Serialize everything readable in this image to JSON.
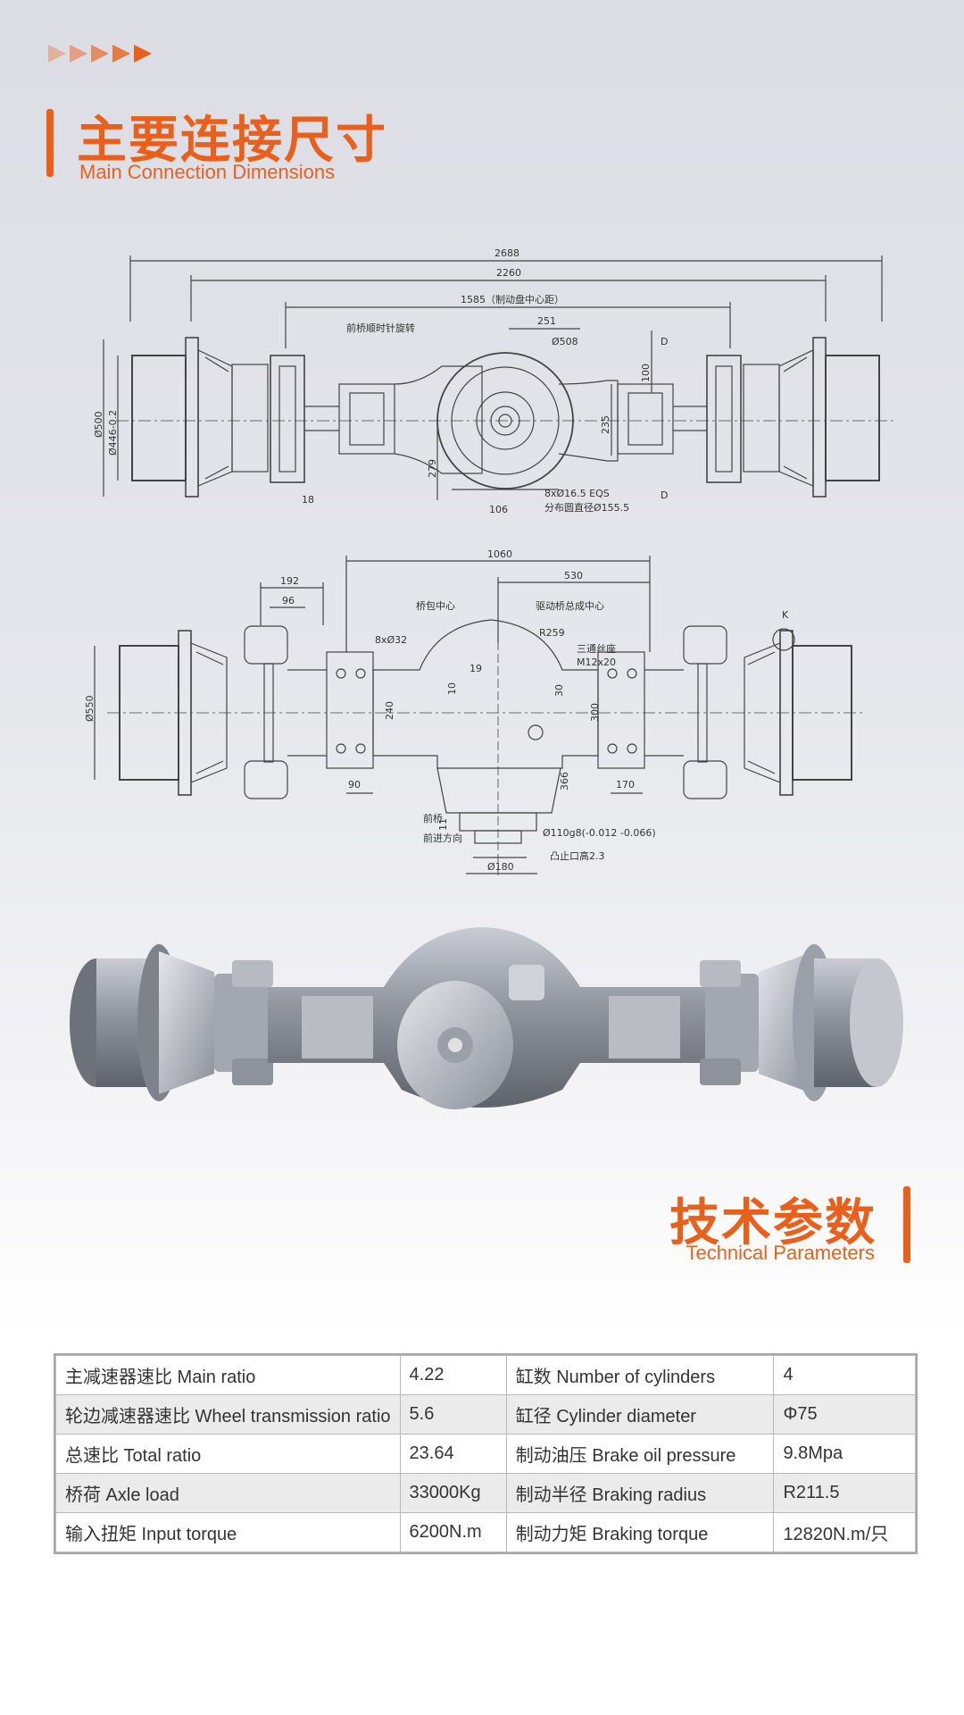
{
  "section1": {
    "title_zh": "主要连接尺寸",
    "title_en": "Main Connection Dimensions"
  },
  "section2": {
    "title_zh": "技术参数",
    "title_en": "Technical Parameters"
  },
  "colors": {
    "accent": "#e9601c",
    "table_stripe": "#ebebeb",
    "table_border": "#b8b8b8"
  },
  "drawing_top": {
    "dims": [
      "2688",
      "2260",
      "1585（制动盘中心距）",
      "251",
      "Ø508",
      "100",
      "235",
      "279",
      "18",
      "106",
      "8xØ16.5 EQS",
      "分布圆直径Ø155.5",
      "Ø500",
      "Ø446-0.2",
      "D",
      "D"
    ],
    "note": "前桥顺时针旋转"
  },
  "drawing_bottom": {
    "dims": [
      "1060",
      "530",
      "192",
      "96",
      "8xØ32",
      "R259",
      "M12x20",
      "19",
      "10",
      "30",
      "240",
      "300",
      "366",
      "90",
      "170",
      "Ø550",
      "11",
      "Ø110g8(-0.012 -0.066)",
      "Ø180",
      "凸止口高2.3",
      "K"
    ],
    "labels": [
      "桥包中心",
      "驱动桥总成中心",
      "三通丝座",
      "前桥",
      "前进方向"
    ]
  },
  "params": [
    {
      "label1": "主减速器速比  Main ratio",
      "value1": "4.22",
      "label2": "缸数  Number of cylinders",
      "value2": "4"
    },
    {
      "label1": "轮边减速器速比  Wheel transmission ratio",
      "value1": "5.6",
      "label2": "缸径  Cylinder diameter",
      "value2": "Φ75"
    },
    {
      "label1": "总速比    Total ratio",
      "value1": "23.64",
      "label2": "制动油压  Brake oil pressure",
      "value2": "9.8Mpa"
    },
    {
      "label1": "桥荷  Axle load",
      "value1": "33000Kg",
      "label2": "制动半径  Braking radius",
      "value2": "R211.5"
    },
    {
      "label1": "输入扭矩  Input torque",
      "value1": "6200N.m",
      "label2": "制动力矩  Braking torque",
      "value2": "12820N.m/只"
    }
  ]
}
